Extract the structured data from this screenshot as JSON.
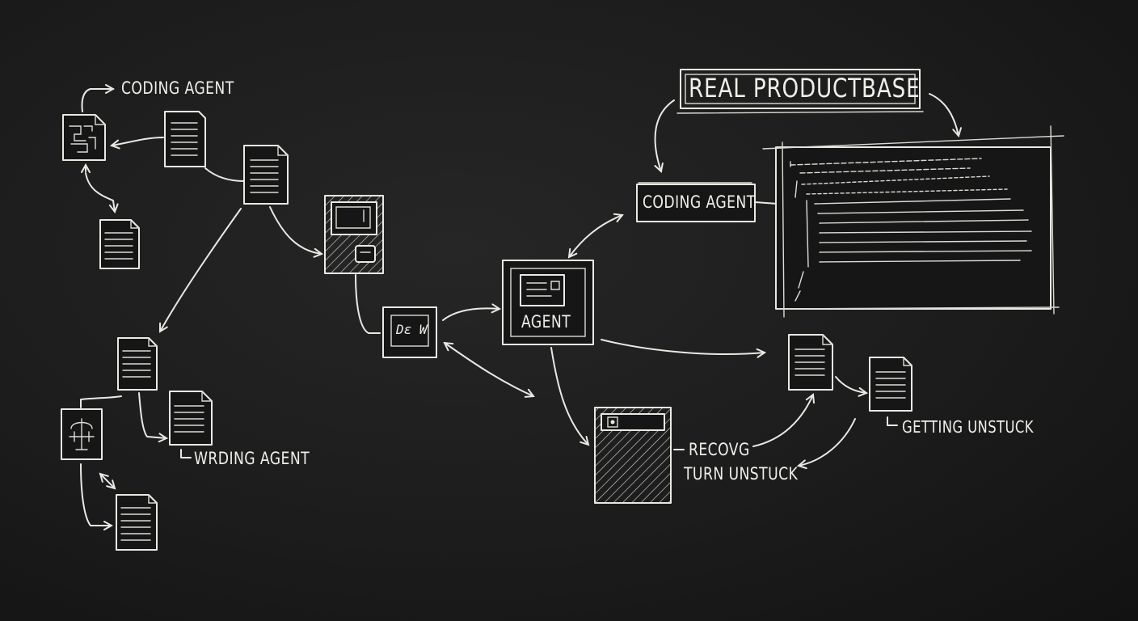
{
  "labels": {
    "coding_agent_left": "CODING AGENT",
    "writing_agent": "WRDING AGENT",
    "real_productbase": "REAL PRODUCTBASE",
    "coding_agent_right": "CODING AGENT",
    "agent": "AGENT",
    "recovg": "RECOVG",
    "turn_unstuck": "TURN UNSTUCK",
    "getting_unstuck": "GETTING UNSTUCK",
    "doc_glyph": "Dɛ W"
  },
  "colors": {
    "chalk": "#e9e9e4",
    "board": "#1b1b1b"
  }
}
